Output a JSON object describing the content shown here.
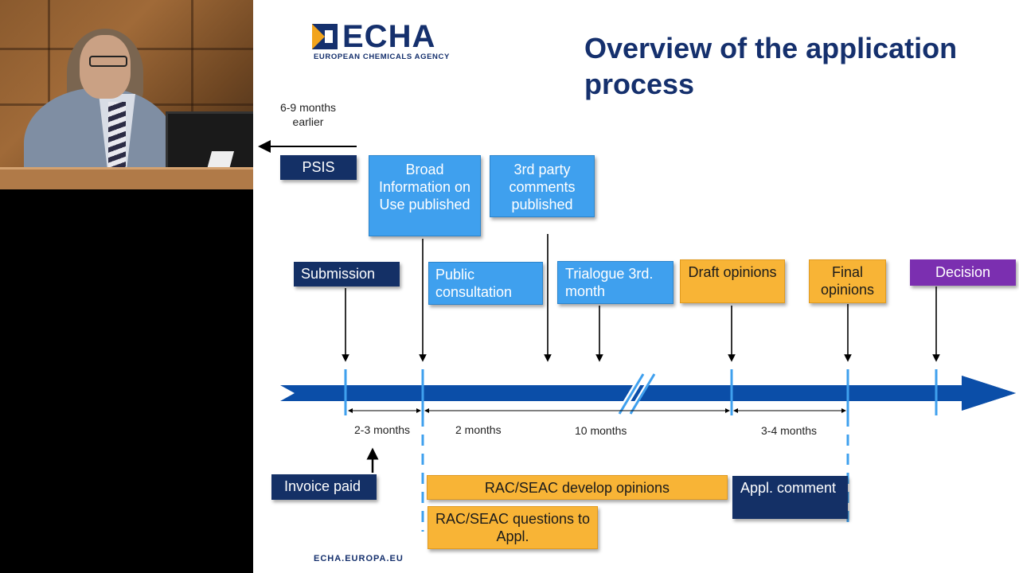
{
  "logo": {
    "name": "ECHA",
    "subtitle": "EUROPEAN CHEMICALS AGENCY"
  },
  "slide": {
    "title": "Overview of the application process",
    "footer_url": "ECHA.EUROPA.EU"
  },
  "notes": {
    "earlier": "6-9 months earlier"
  },
  "boxes": {
    "psis": "PSIS",
    "broad_info": "Broad Information on Use published",
    "third_party": "3rd party comments published",
    "submission": "Submission",
    "public_consultation": "Public consultation",
    "trialogue": "Trialogue 3rd. month",
    "draft_opinions": "Draft opinions",
    "final_opinions": "Final opinions",
    "decision": "Decision",
    "invoice_paid": "Invoice paid",
    "rac_seac_develop": "RAC/SEAC develop opinions",
    "rac_seac_questions": "RAC/SEAC questions to Appl.",
    "appl_comment": "Appl. comment"
  },
  "durations": {
    "d1": "2-3 months",
    "d2": "2 months",
    "d3": "10 months",
    "d4": "3-4 months"
  },
  "colors": {
    "navy": "#143066",
    "blue": "#3fa0ee",
    "orange": "#f8b436",
    "purple": "#7b2fb0",
    "timeline": "#0b4ea8"
  }
}
